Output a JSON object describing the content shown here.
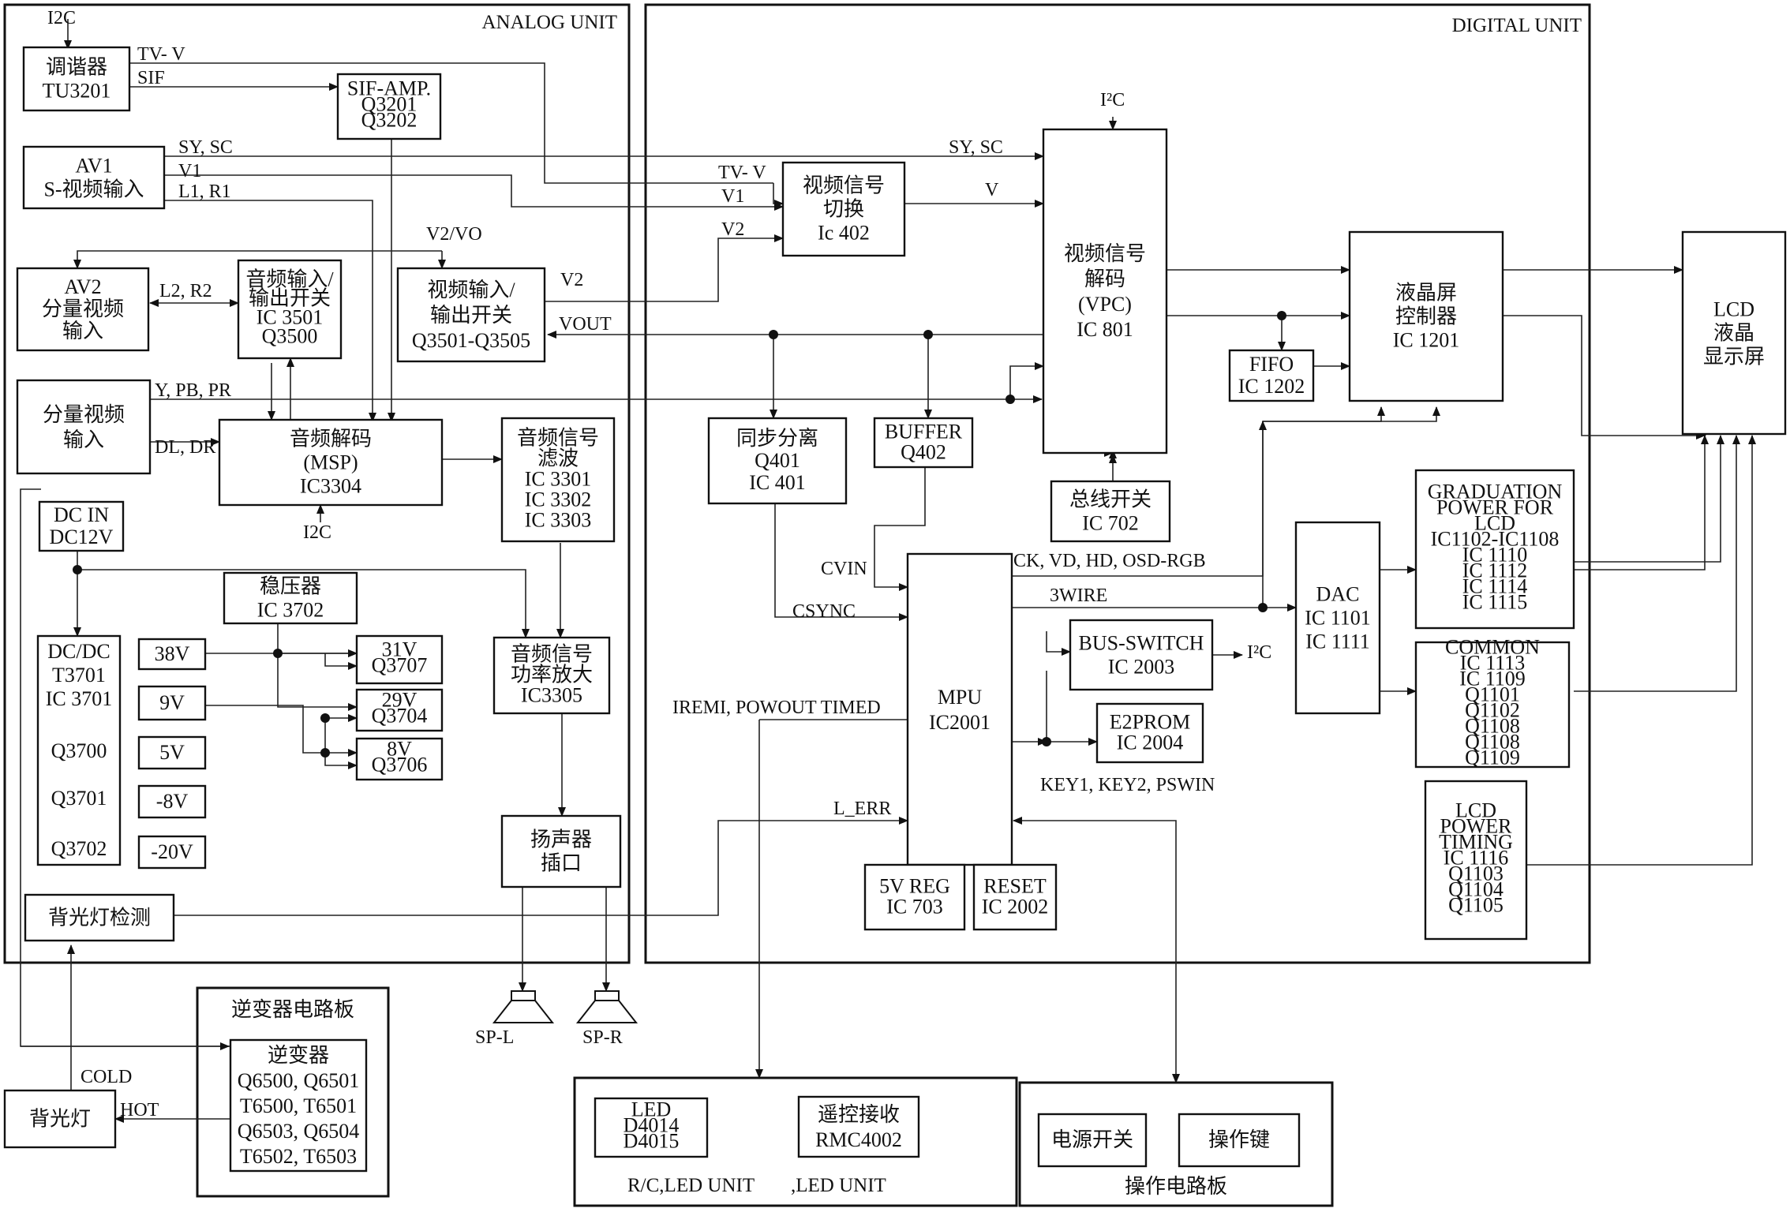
{
  "units": {
    "analog": "ANALOG UNIT",
    "digital": "DIGITAL UNIT",
    "rc_led": "R/C,LED UNIT",
    "led": ",LED UNIT",
    "inverter_board": "逆变器电路板",
    "operation_board": "操作电路板"
  },
  "blocks": {
    "tuner": [
      "调谐器",
      "TU3201"
    ],
    "sif_amp": [
      "SIF-AMP.",
      "Q3201",
      "Q3202"
    ],
    "av1": [
      "AV1",
      "S-视频输入"
    ],
    "av2": [
      "AV2",
      "分量视频",
      "输入"
    ],
    "audio_switch": [
      "音频输入/",
      "输出开关",
      "IC 3501",
      "Q3500"
    ],
    "video_switch": [
      "视频输入/",
      "输出开关",
      "Q3501-Q3505"
    ],
    "component_in": [
      "分量视频",
      "输入"
    ],
    "audio_decoder": [
      "音频解码",
      "(MSP)",
      "IC3304"
    ],
    "audio_filter": [
      "音频信号",
      "滤波",
      "IC 3301",
      "IC 3302",
      "IC 3303"
    ],
    "dc_in": [
      "DC IN",
      "DC12V"
    ],
    "regulator": [
      "稳压器",
      "IC 3702"
    ],
    "dcdc": [
      "DC/DC",
      "T3701",
      "IC 3701",
      "Q3700",
      "Q3701",
      "Q3702"
    ],
    "v38": [
      "38V"
    ],
    "v9": [
      "9V"
    ],
    "v5": [
      "5V"
    ],
    "vm8": [
      "-8V"
    ],
    "vm20": [
      "-20V"
    ],
    "q3707": [
      "31V",
      "Q3707"
    ],
    "q3704": [
      "29V",
      "Q3704"
    ],
    "q3706": [
      "8V",
      "Q3706"
    ],
    "audio_amp": [
      "音频信号",
      "功率放大",
      "IC3305"
    ],
    "speaker_jack": [
      "扬声器",
      "插口"
    ],
    "backlight_detect": [
      "背光灯检测"
    ],
    "backlight": [
      "背光灯"
    ],
    "inverter": [
      "逆变器",
      "Q6500, Q6501",
      "T6500,  T6501",
      "Q6503, Q6504",
      "T6502,  T6503"
    ],
    "video_sw_ic402": [
      "视频信号",
      "切换",
      "Ic 402"
    ],
    "vpc": [
      "视频信号",
      "解码",
      "(VPC)",
      "IC 801"
    ],
    "lcd_controller": [
      "液晶屏",
      "控制器",
      "IC 1201"
    ],
    "fifo": [
      "FIFO",
      "IC 1202"
    ],
    "lcd": [
      "LCD",
      "液晶",
      "显示屏"
    ],
    "sync_sep": [
      "同步分离",
      "Q401",
      "IC 401"
    ],
    "buffer": [
      "BUFFER",
      "Q402"
    ],
    "bus_switch_ic702": [
      "总线开关",
      "IC 702"
    ],
    "mpu": [
      "MPU",
      "IC2001"
    ],
    "dac": [
      "DAC",
      "IC 1101",
      "IC 1111"
    ],
    "graduation": [
      "GRADUATION",
      "POWER FOR",
      "LCD",
      "IC1102-IC1108",
      "IC 1110",
      "IC 1112",
      "IC 1114",
      "IC 1115"
    ],
    "common": [
      "COMMON",
      "IC 1113",
      "IC 1109",
      "Q1101",
      "Q1102",
      "Q1108",
      "Q1108",
      "Q1109"
    ],
    "lcd_power": [
      "LCD",
      "POWER",
      "TIMING",
      "IC 1116",
      "Q1103",
      "Q1104",
      "Q1105"
    ],
    "bus_switch_ic2003": [
      "BUS-SWITCH",
      "IC 2003"
    ],
    "e2prom": [
      "E2PROM",
      "IC 2004"
    ],
    "reg_5v": [
      "5V REG",
      "IC 703"
    ],
    "reset": [
      "RESET",
      "IC 2002"
    ],
    "led_d": [
      "LED",
      "D4014",
      "D4015"
    ],
    "remote_rx": [
      "遥控接收",
      "RMC4002"
    ],
    "power_switch": [
      "电源开关"
    ],
    "op_keys": [
      "操作键"
    ]
  },
  "signals": {
    "i2c": "I2C",
    "i2c_sup": "I²C",
    "tvv": "TV- V",
    "sif": "SIF",
    "sysc": "SY, SC",
    "v1": "V1",
    "l1r1": "L1, R1",
    "v2vo": "V2/VO",
    "l2r2": "L2, R2",
    "v2": "V2",
    "vout": "VOUT",
    "ypbpr": "Y, PB, PR",
    "dldr": "DL, DR",
    "v": "V",
    "cvin": "CVIN",
    "csync": "CSYNC",
    "ck_bus": "CK, VD, HD, OSD-RGB",
    "wire3": "3WIRE",
    "iremi": "IREMI, POWOUT TIMED",
    "l_err": "L_ERR",
    "keys": "KEY1, KEY2, PSWIN",
    "cold": "COLD",
    "hot": "HOT",
    "spl": "SP-L",
    "spr": "SP-R"
  }
}
